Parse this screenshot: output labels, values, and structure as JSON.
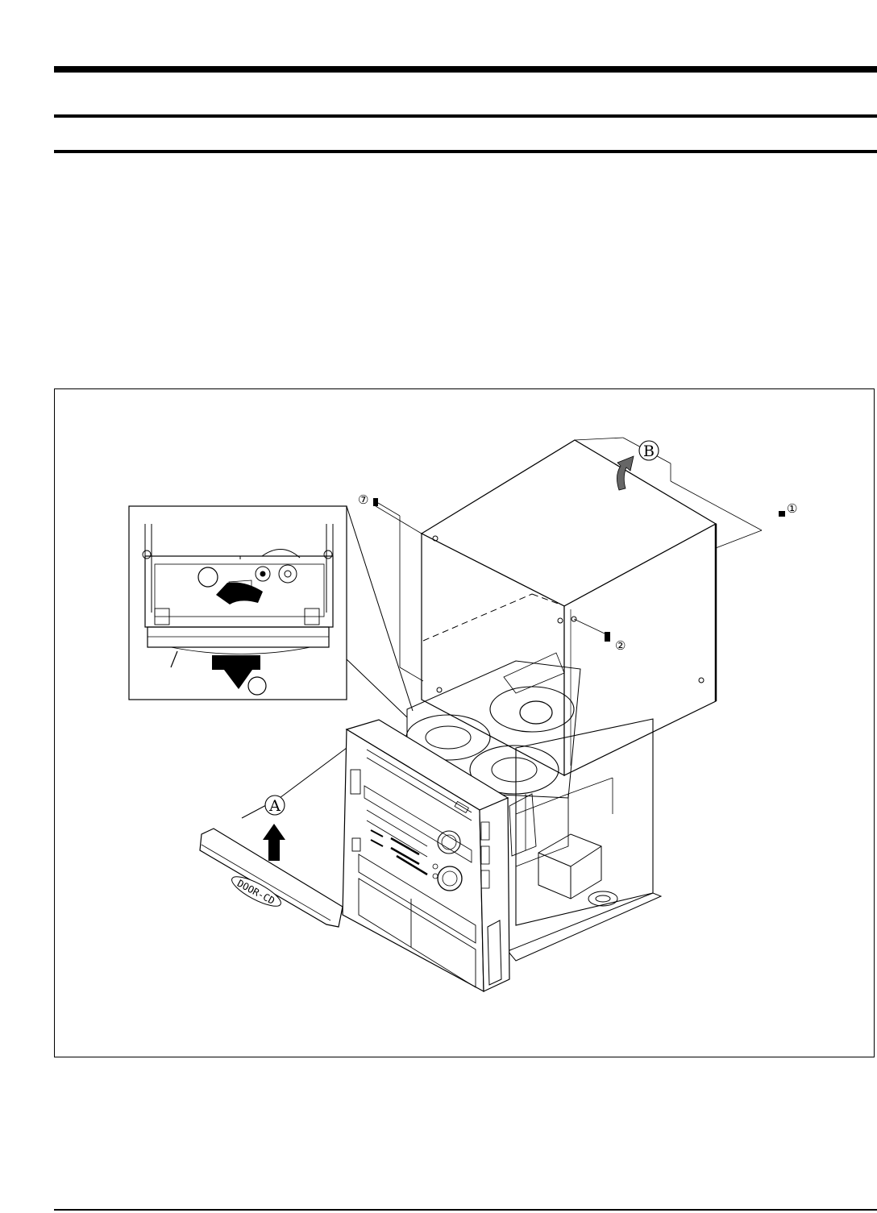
{
  "figure": {
    "callouts": {
      "a": "A",
      "b": "B",
      "screw_1": "①",
      "screw_2": "②",
      "screw_7": "⑦"
    },
    "part_label": "DOOR-CD"
  }
}
